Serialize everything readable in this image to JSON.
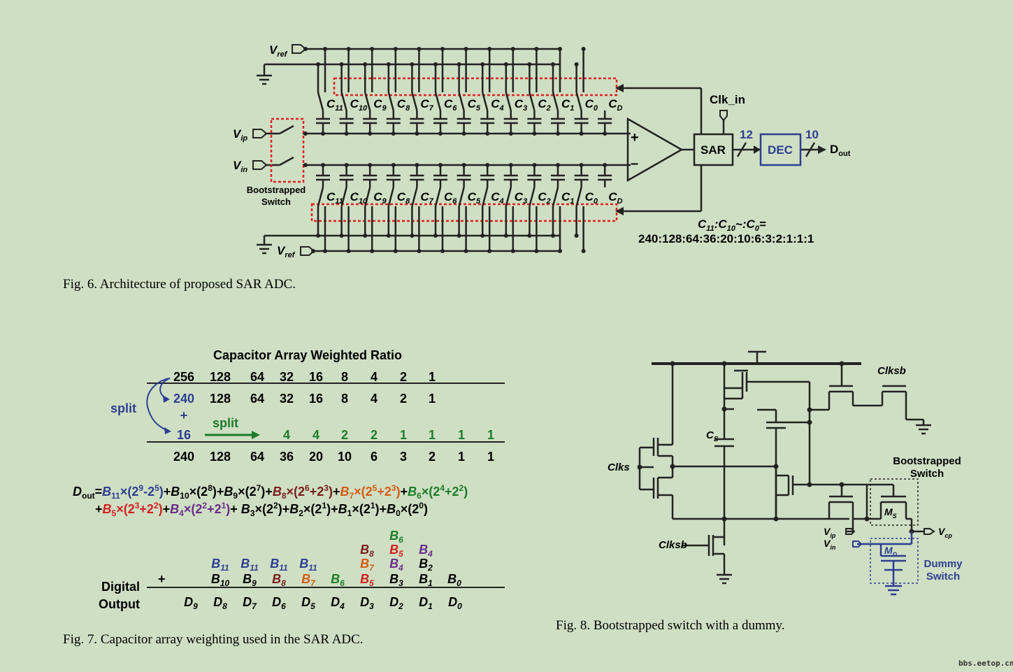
{
  "fig6": {
    "caption": "Fig. 6.   Architecture of proposed SAR ADC.",
    "vref": "V",
    "vref_sub": "ref",
    "vip": "V",
    "vip_sub": "ip",
    "vin": "V",
    "vin_sub": "in",
    "bootstrapped": "Bootstrapped",
    "switch": "Switch",
    "clk_in": "Clk_in",
    "sar": "SAR",
    "dec": "DEC",
    "bits_sar": "12",
    "bits_dec": "10",
    "dout": "D",
    "dout_sub": "out",
    "plus": "+",
    "minus": "–",
    "caps": [
      {
        "n": "C",
        "s": "11"
      },
      {
        "n": "C",
        "s": "10"
      },
      {
        "n": "C",
        "s": "9"
      },
      {
        "n": "C",
        "s": "8"
      },
      {
        "n": "C",
        "s": "7"
      },
      {
        "n": "C",
        "s": "6"
      },
      {
        "n": "C",
        "s": "5"
      },
      {
        "n": "C",
        "s": "4"
      },
      {
        "n": "C",
        "s": "3"
      },
      {
        "n": "C",
        "s": "2"
      },
      {
        "n": "C",
        "s": "1"
      },
      {
        "n": "C",
        "s": "0"
      },
      {
        "n": "C",
        "s": "D"
      }
    ],
    "ratio_line1": "C11:C10~:C0=",
    "ratio_line2": "240:128:64:36:20:10:6:3:2:1:1:1"
  },
  "fig7": {
    "caption": "Fig. 7.   Capacitor array weighting used in the SAR ADC.",
    "title": "Capacitor Array Weighted Ratio",
    "row1": [
      "256",
      "128",
      "64",
      "32",
      "16",
      "8",
      "4",
      "2",
      "1"
    ],
    "row2": [
      "240",
      "128",
      "64",
      "32",
      "16",
      "8",
      "4",
      "2",
      "1"
    ],
    "plus": "+",
    "row3_first": "16",
    "row3": [
      "4",
      "4",
      "2",
      "2",
      "1",
      "1",
      "1",
      "1"
    ],
    "row4": [
      "240",
      "128",
      "64",
      "36",
      "20",
      "10",
      "6",
      "3",
      "2",
      "1",
      "1"
    ],
    "split_left": "split",
    "split_arrow": "split",
    "digital": "Digital",
    "output": "Output",
    "d_labels": [
      "9",
      "8",
      "7",
      "6",
      "5",
      "4",
      "3",
      "2",
      "1",
      "0"
    ]
  },
  "fig8": {
    "caption": "Fig. 8.   Bootstrapped switch with a dummy.",
    "clksb_top": "Clksb",
    "clks": "Clks",
    "clksb_bottom": "Clksb",
    "cs": "C",
    "cs_sub": "S",
    "ms": "M",
    "ms_sub": "S",
    "md": "M",
    "md_sub": "D",
    "vip": "V",
    "vip_sub": "ip",
    "vin": "V",
    "vin_sub": "in",
    "vcp": "V",
    "vcp_sub": "cp",
    "bootstrapped": "Bootstrapped",
    "switch": "Switch",
    "dummy": "Dummy",
    "dummy_switch": "Switch"
  },
  "watermark": "bbs.eetop.cn",
  "colors": {
    "background": "#cfdfc4",
    "blue": "#2e3d91",
    "green": "#1b7d2a",
    "red": "#d42020",
    "dashed_red": "#e01f1f"
  }
}
